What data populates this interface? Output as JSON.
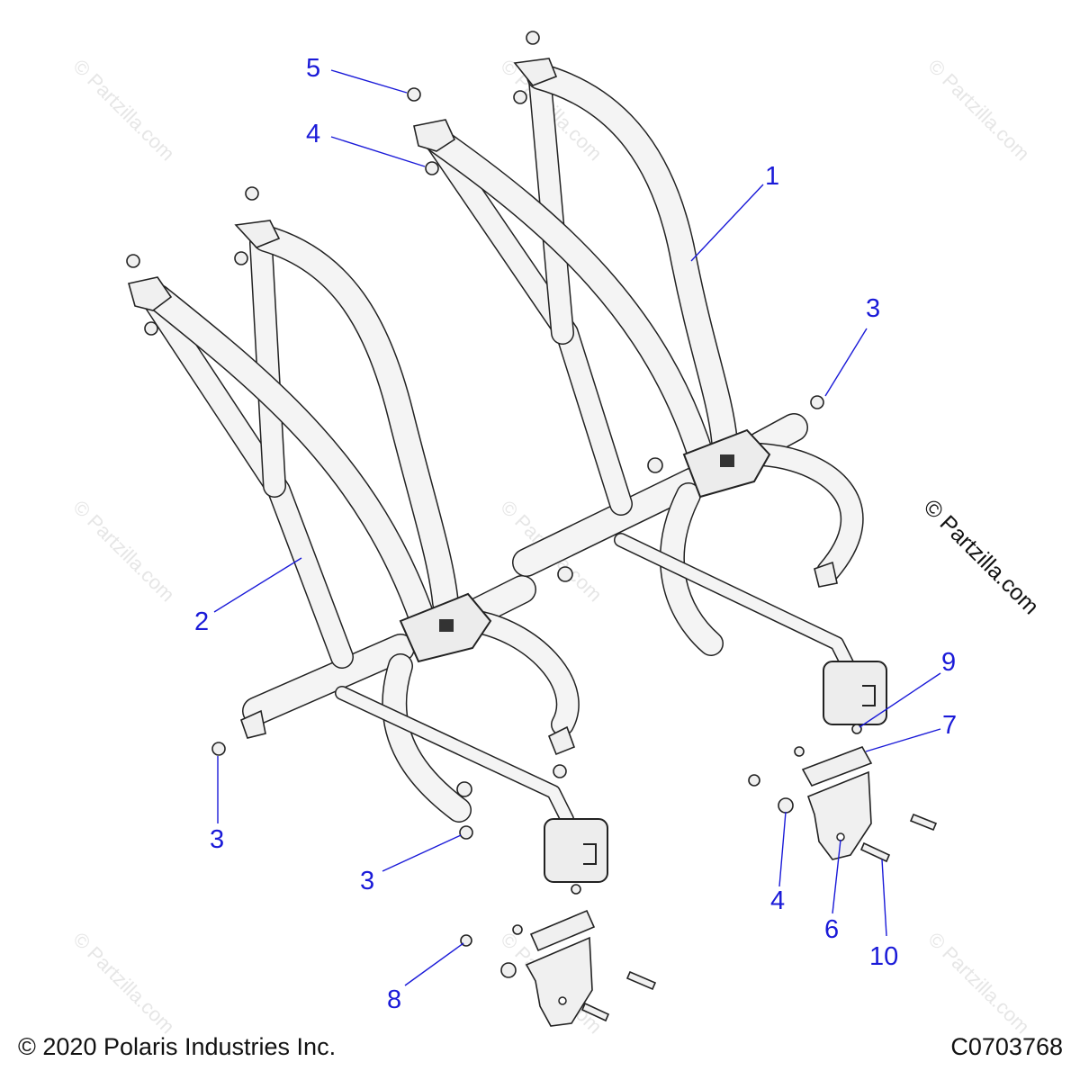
{
  "colors": {
    "callout": "#1a1ad8",
    "line": "#1f1f1f",
    "belt_fill": "#f4f4f4",
    "watermark": "#e6e6e6"
  },
  "callouts": [
    {
      "id": "1",
      "label": "1"
    },
    {
      "id": "2",
      "label": "2"
    },
    {
      "id": "3",
      "label": "3"
    },
    {
      "id": "3",
      "label": "3"
    },
    {
      "id": "3",
      "label": "3"
    },
    {
      "id": "4",
      "label": "4"
    },
    {
      "id": "4",
      "label": "4"
    },
    {
      "id": "5",
      "label": "5"
    },
    {
      "id": "6",
      "label": "6"
    },
    {
      "id": "7",
      "label": "7"
    },
    {
      "id": "8",
      "label": "8"
    },
    {
      "id": "9",
      "label": "9"
    },
    {
      "id": "10",
      "label": "10"
    }
  ],
  "watermark": {
    "text": "© Partzilla.com"
  },
  "footer": {
    "copyright": "© 2020 Polaris Industries Inc.",
    "drawing_code": "C0703768"
  }
}
